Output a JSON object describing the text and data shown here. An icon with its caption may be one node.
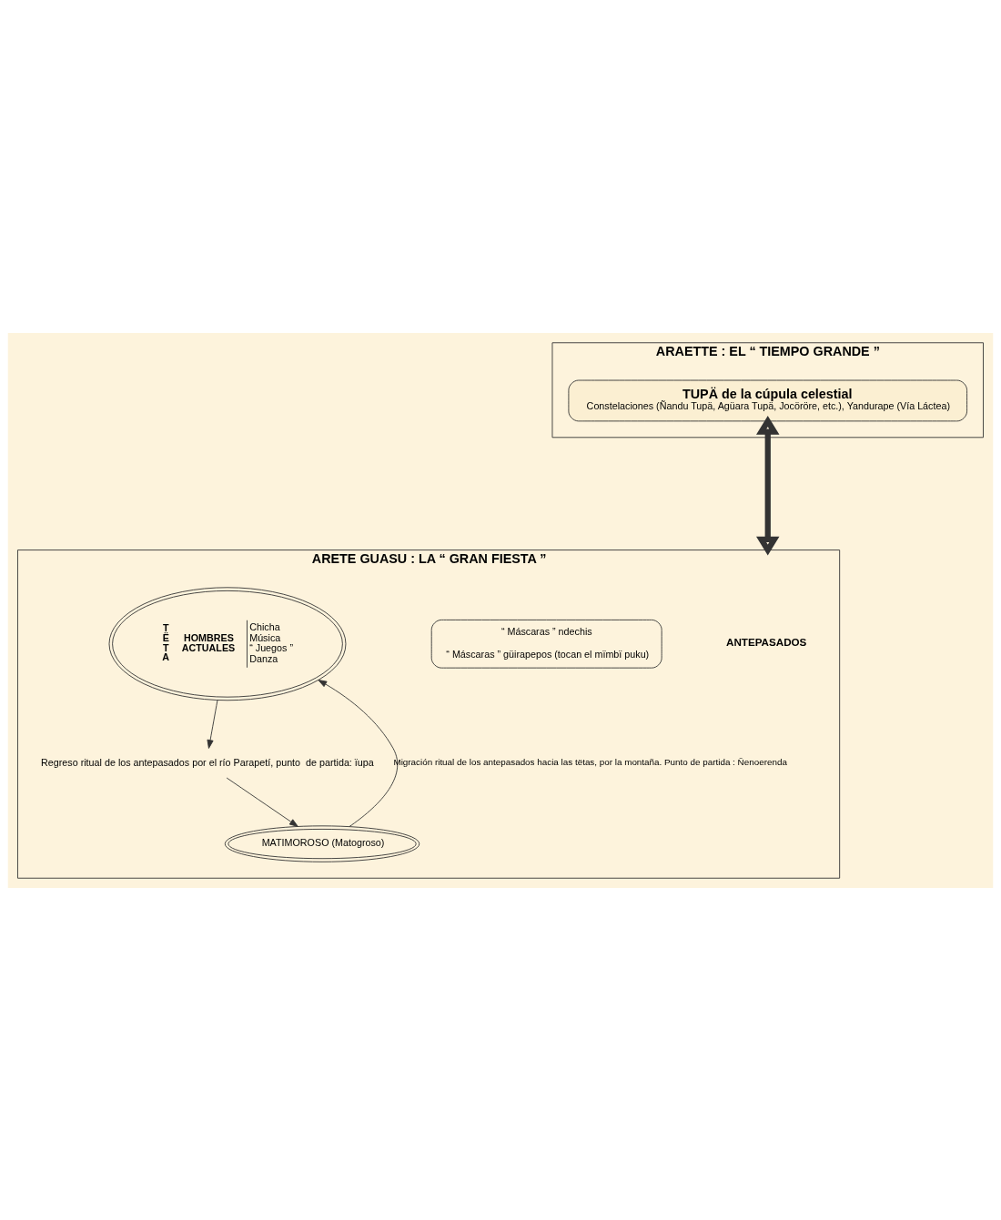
{
  "diagram": {
    "nodes": [
      {
        "text": [
          "ARAETTE : EL “ TIEMPO GRANDE ”"
        ]
      },
      {
        "text": [
          "TUPÄ de la cúpula celestial",
          "Constelaciones (Ñandu Tupä, Agüara Tupä, Jocöröre, etc.), Yandurape (Vía Láctea)"
        ],
        "in": 0
      },
      {
        "text": [
          "ARETE GUASU : LA “ GRAN FIESTA ”"
        ]
      },
      {
        "text": [
          "ANTEPASADOS"
        ],
        "in": 2
      },
      {
        "text": [
          "“ Máscaras ” ndechis",
          "“ Máscaras ” güirapepos (tocan el mïmbï puku)"
        ],
        "in": 2
      },
      {
        "text": [
          "T Ë T A",
          "HOMBRES ACTUALES",
          "Chicha",
          "Música",
          "“ Juegos ”",
          "Danza"
        ],
        "in": 2
      },
      {
        "text": [
          "Regreso ritual de los antepasados por el río Parapetí, punto  de partida: ïupa"
        ],
        "in": 2
      },
      {
        "text": [
          "MATIMOROSO (Matogroso)"
        ],
        "in": 2
      }
    ],
    "edges": [
      {
        "from": 1,
        "to": 2,
        "arrow": "both",
        "style": "thick"
      },
      {
        "from": 7,
        "to": 5,
        "arrow": "to",
        "label": "Migración ritual de los antepasados hacia las tëtas, por la montaña. Punto de partida : Ñenoerenda"
      },
      {
        "from": 5,
        "to": 6,
        "arrow": "to"
      },
      {
        "from": 6,
        "to": 7,
        "arrow": "to"
      }
    ]
  }
}
